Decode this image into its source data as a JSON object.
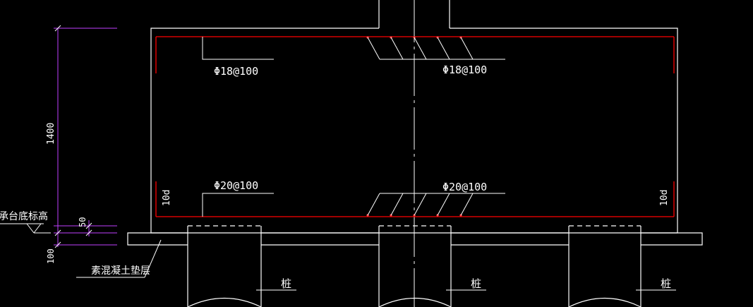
{
  "colors": {
    "background": "#000000",
    "outline": "#ffffff",
    "rebar": "#ff0000",
    "dimension": "#c040ff",
    "text": "#ffffff"
  },
  "rebar_labels": {
    "top_left": "Φ18@100",
    "top_right": "Φ18@100",
    "bottom_left": "Φ20@100",
    "bottom_right": "Φ20@100"
  },
  "anchorage": {
    "left": "10d",
    "right": "10d"
  },
  "dimensions": {
    "cap_height": "1400",
    "cover": "50",
    "cushion_thickness": "100"
  },
  "labels": {
    "cap_bottom_elevation": "承台底标高",
    "cushion_layer": "素混凝土垫层",
    "pile_1": "桩",
    "pile_2": "桩",
    "pile_3": "桩"
  }
}
